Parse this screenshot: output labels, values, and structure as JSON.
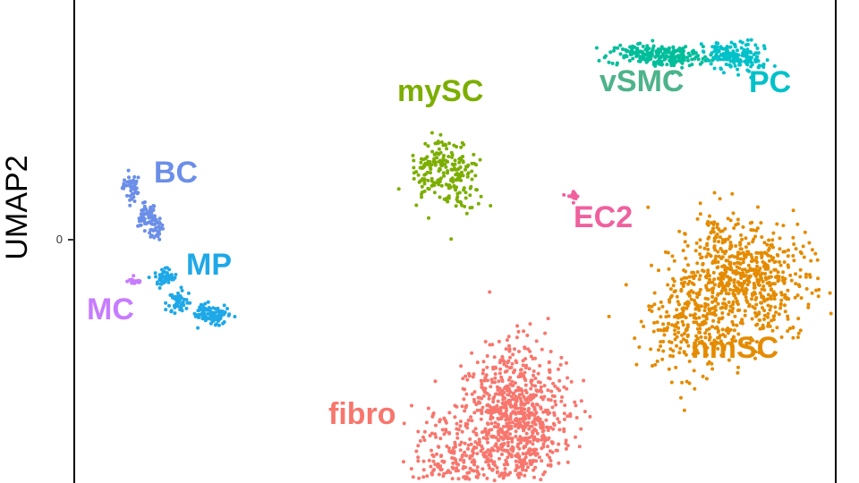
{
  "chart_data": {
    "type": "scatter",
    "ylabel": "UMAP2",
    "y_ticks": [
      {
        "value": 0,
        "label": "0"
      }
    ],
    "grid": false,
    "xlim": [
      -10,
      10
    ],
    "ylim": [
      -4.0,
      4.5
    ],
    "series": [
      {
        "name": "BC",
        "color": "#6B8FE8",
        "centroids": [
          [
            -8.5,
            1.2
          ],
          [
            -8.1,
            0.7
          ],
          [
            -7.9,
            0.5
          ]
        ],
        "spread": [
          0.12,
          0.12
        ],
        "n": 140
      },
      {
        "name": "MP",
        "color": "#1EA8E8",
        "centroids": [
          [
            -7.6,
            -0.4
          ],
          [
            -7.3,
            -0.8
          ],
          [
            -6.6,
            -1.0
          ],
          [
            -6.2,
            -1.05
          ]
        ],
        "spread": [
          0.15,
          0.08
        ],
        "n": 200
      },
      {
        "name": "MC",
        "color": "#C77CFF",
        "centroids": [
          [
            -8.4,
            -0.45
          ]
        ],
        "spread": [
          0.1,
          0.03
        ],
        "n": 30
      },
      {
        "name": "mySC",
        "color": "#7CAE00",
        "centroids": [
          [
            -0.55,
            1.4
          ],
          [
            -0.3,
            1.6
          ],
          [
            0.1,
            1.3
          ]
        ],
        "spread": [
          0.35,
          0.25
        ],
        "n": 220
      },
      {
        "name": "vSMC",
        "color": "#00BE9A",
        "centroids": [
          [
            4.9,
            3.55
          ],
          [
            5.8,
            3.5
          ]
        ],
        "spread": [
          0.45,
          0.1
        ],
        "n": 230
      },
      {
        "name": "PC",
        "color": "#00C1C9",
        "centroids": [
          [
            7.2,
            3.55
          ],
          [
            7.6,
            3.45
          ]
        ],
        "spread": [
          0.35,
          0.12
        ],
        "n": 160
      },
      {
        "name": "EC2",
        "color": "#F0609E",
        "centroids": [
          [
            3.1,
            1.05
          ]
        ],
        "spread": [
          0.08,
          0.05
        ],
        "n": 14
      },
      {
        "name": "nmSC",
        "color": "#E48B00",
        "centroids": [
          [
            7.1,
            -0.2
          ],
          [
            8.2,
            -0.5
          ],
          [
            6.3,
            -1.15
          ]
        ],
        "spread": [
          0.6,
          0.5
        ],
        "n": 900
      },
      {
        "name": "fibro",
        "color": "#F8766D",
        "centroids": [
          [
            1.1,
            -2.7
          ],
          [
            2.0,
            -2.6
          ],
          [
            1.6,
            -3.3
          ],
          [
            0.0,
            -3.8
          ]
        ],
        "spread": [
          0.55,
          0.55
        ],
        "n": 1100
      }
    ]
  }
}
